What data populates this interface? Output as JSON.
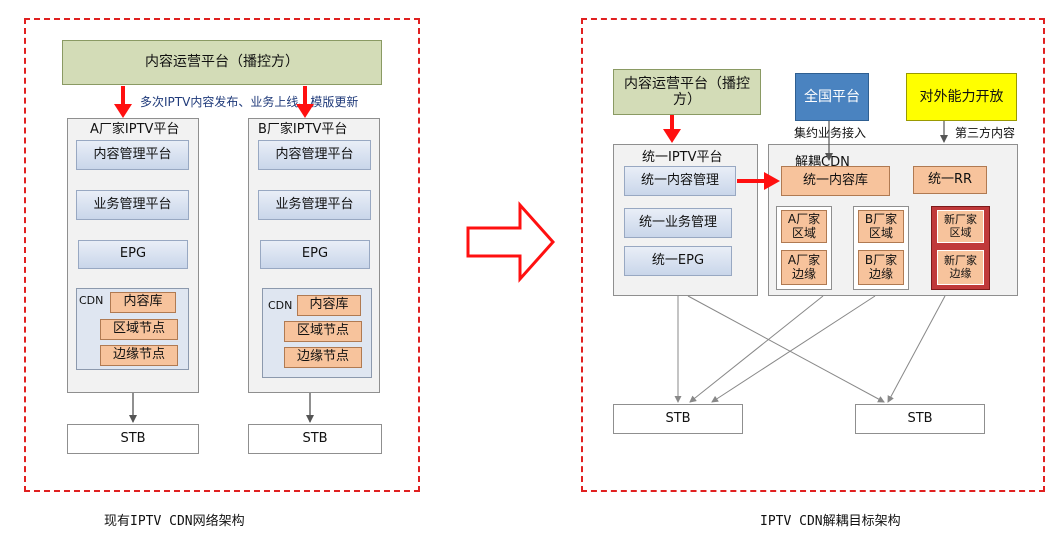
{
  "left": {
    "operator": "内容运营平台（播控方）",
    "flow_note": "多次IPTV内容发布、业务上线、模版更新",
    "vendor_a": {
      "title": "A厂家IPTV平台",
      "content_mgmt": "内容管理平台",
      "biz_mgmt": "业务管理平台",
      "epg": "EPG",
      "cdn_label": "CDN",
      "content_lib": "内容库",
      "region_node": "区域节点",
      "edge_node": "边缘节点"
    },
    "vendor_b": {
      "title": "B厂家IPTV平台",
      "content_mgmt": "内容管理平台",
      "biz_mgmt": "业务管理平台",
      "epg": "EPG",
      "cdn_label": "CDN",
      "content_lib": "内容库",
      "region_node": "区域节点",
      "edge_node": "边缘节点"
    },
    "stb_a": "STB",
    "stb_b": "STB",
    "caption": "现有IPTV CDN网络架构"
  },
  "right": {
    "operator": "内容运营平台（播控方）",
    "national": "全国平台",
    "open_api": "对外能力开放",
    "national_note": "集约业务接入",
    "third_party_note": "第三方内容",
    "unified": {
      "title": "统一IPTV平台",
      "content": "统一内容管理",
      "biz": "统一业务管理",
      "epg": "统一EPG"
    },
    "decoupled": {
      "title": "解耦CDN",
      "content_lib": "统一内容库",
      "rr": "统一RR",
      "a_region": "A厂家区域",
      "a_edge": "A厂家边缘",
      "b_region": "B厂家区域",
      "b_edge": "B厂家边缘",
      "new_region": "新厂家区域",
      "new_edge": "新厂家边缘"
    },
    "stb_left": "STB",
    "stb_right": "STB",
    "caption": "IPTV CDN解耦目标架构"
  },
  "colors": {
    "dash_red": "#e02020",
    "arrow_red": "#ff1010",
    "olive": "#d3dcb7",
    "orange": "#f7c39c",
    "blue": "#4a83c0",
    "yellow": "#ffff00",
    "new_vendor_red": "#c0393a"
  }
}
